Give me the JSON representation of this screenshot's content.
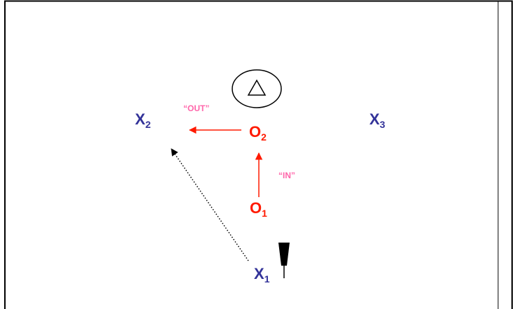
{
  "players": {
    "x1": {
      "letter": "X",
      "num": "1"
    },
    "x2": {
      "letter": "X",
      "num": "2"
    },
    "x3": {
      "letter": "X",
      "num": "3"
    },
    "o1": {
      "letter": "O",
      "num": "1"
    },
    "o2": {
      "letter": "O",
      "num": "2"
    }
  },
  "calls": {
    "out": "“OUT”",
    "in": "“IN”"
  },
  "colors": {
    "offense": "#333399",
    "defense": "#ff1a00",
    "call_text": "#ff66aa",
    "pass_line": "#000000",
    "border": "#000000"
  },
  "icons": {
    "cone": "cone-icon",
    "coach": "triangle-icon"
  }
}
